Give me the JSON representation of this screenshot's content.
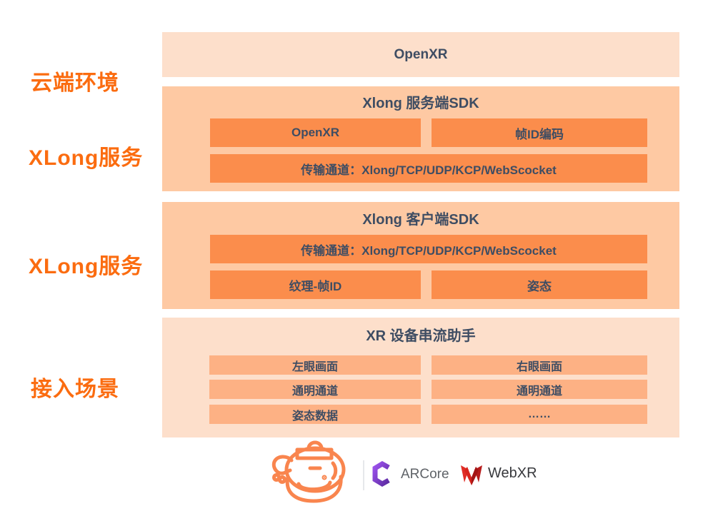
{
  "colors": {
    "side_label_orange": "#FB6C10",
    "group_bg_light": "#FDDFCB",
    "group_bg_medium": "#FEC9A3",
    "inner_box_orange": "#FB8D4C",
    "inner_box_soft_orange": "#FDB184",
    "box_text_dark": "#3E4D63",
    "headset_stroke": "#F9854E",
    "arcore_purple_light": "#9C52EC",
    "arcore_purple_dark": "#5B2AA0",
    "webxr_red": "#E02D26",
    "webxr_red_dark": "#B71C1C"
  },
  "side_labels": [
    {
      "text": "云端环境"
    },
    {
      "text": "XLong服务"
    },
    {
      "text": "XLong服务"
    },
    {
      "text": "接入场景"
    }
  ],
  "groups": [
    {
      "title": "OpenXR"
    },
    {
      "title": "Xlong 服务端SDK",
      "cell_left": "OpenXR",
      "cell_right": "帧ID编码",
      "cell_wide": "传输通道：Xlong/TCP/UDP/KCP/WebScocket"
    },
    {
      "title": "Xlong 客户端SDK",
      "cell_wide": "传输通道：Xlong/TCP/UDP/KCP/WebScocket",
      "cell_left": "纹理-帧ID",
      "cell_right": "姿态"
    },
    {
      "title": "XR 设备串流助手",
      "rows": [
        {
          "left": "左眼画面",
          "right": "右眼画面"
        },
        {
          "left": "通明通道",
          "right": "通明通道"
        },
        {
          "left": "姿态数据",
          "right": "……"
        }
      ]
    }
  ],
  "footer": {
    "headset_icon": "vr-headset-doodle",
    "arcore_icon": "arcore-logo",
    "arcore_label": "ARCore",
    "webxr_icon": "webxr-logo",
    "webxr_label": "WebXR"
  }
}
